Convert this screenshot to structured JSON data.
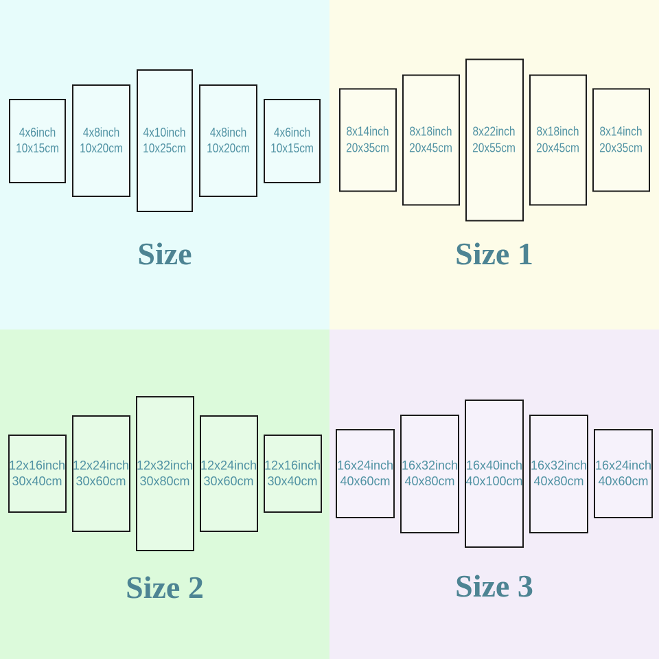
{
  "colors": {
    "quadrant_bg_size": "#e7fcfb",
    "quadrant_bg_size1": "#fdfce8",
    "quadrant_bg_size2": "#dcfadb",
    "quadrant_bg_size3": "#f3edf9",
    "panel_text": "#5092a3",
    "title_text": "#4d8493",
    "panel_border": "#1a1a1a"
  },
  "quadrants": [
    {
      "title": "Size",
      "panels": [
        {
          "inch": "4x6inch",
          "cm": "10x15cm"
        },
        {
          "inch": "4x8inch",
          "cm": "10x20cm"
        },
        {
          "inch": "4x10inch",
          "cm": "10x25cm"
        },
        {
          "inch": "4x8inch",
          "cm": "10x20cm"
        },
        {
          "inch": "4x6inch",
          "cm": "10x15cm"
        }
      ]
    },
    {
      "title": "Size 1",
      "panels": [
        {
          "inch": "8x14inch",
          "cm": "20x35cm"
        },
        {
          "inch": "8x18inch",
          "cm": "20x45cm"
        },
        {
          "inch": "8x22inch",
          "cm": "20x55cm"
        },
        {
          "inch": "8x18inch",
          "cm": "20x45cm"
        },
        {
          "inch": "8x14inch",
          "cm": "20x35cm"
        }
      ]
    },
    {
      "title": "Size 2",
      "panels": [
        {
          "inch": "12x16inch",
          "cm": "30x40cm"
        },
        {
          "inch": "12x24inch",
          "cm": "30x60cm"
        },
        {
          "inch": "12x32inch",
          "cm": "30x80cm"
        },
        {
          "inch": "12x24inch",
          "cm": "30x60cm"
        },
        {
          "inch": "12x16inch",
          "cm": "30x40cm"
        }
      ]
    },
    {
      "title": "Size 3",
      "panels": [
        {
          "inch": "16x24inch",
          "cm": "40x60cm"
        },
        {
          "inch": "16x32inch",
          "cm": "40x80cm"
        },
        {
          "inch": "16x40inch",
          "cm": "40x100cm"
        },
        {
          "inch": "16x32inch",
          "cm": "40x80cm"
        },
        {
          "inch": "16x24inch",
          "cm": "40x60cm"
        }
      ]
    }
  ]
}
